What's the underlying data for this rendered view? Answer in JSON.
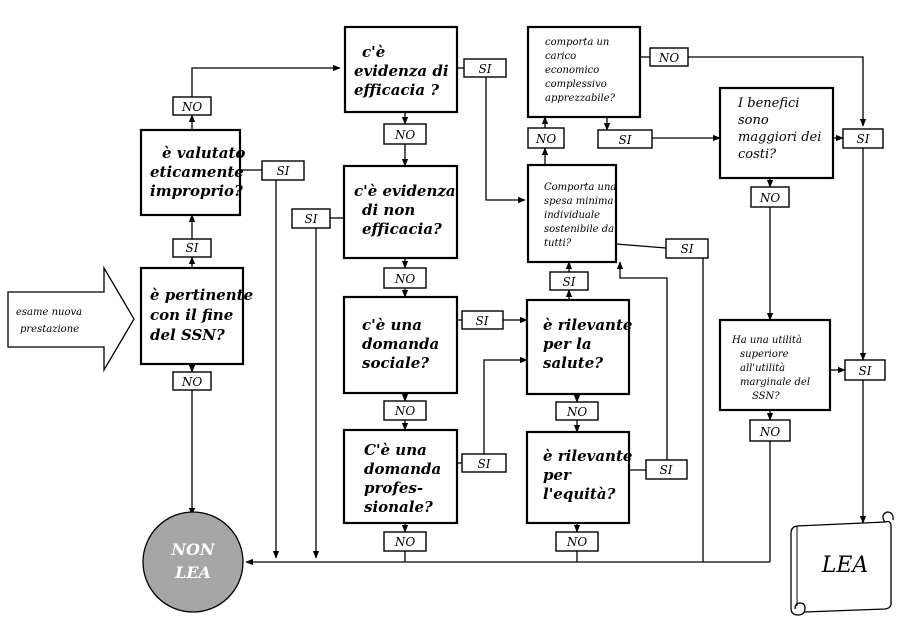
{
  "start": {
    "lines": [
      "esame nuova",
      "prestazione"
    ]
  },
  "questions": {
    "q_pertinente": [
      "è pertinente",
      "con il fine",
      "del SSN?"
    ],
    "q_eticamente": [
      "è valutato",
      "eticamente",
      "improprio?"
    ],
    "q_efficacia": [
      "c'è",
      "evidenza di",
      "efficacia ?"
    ],
    "q_non_efficacia": [
      "c'è evidenza",
      "di non",
      "efficacia?"
    ],
    "q_domanda_sociale": [
      "c'è una",
      "domanda",
      "sociale?"
    ],
    "q_domanda_prof": [
      "C'è una",
      "domanda",
      "profes-",
      "sionale?"
    ],
    "q_carico": [
      "comporta un",
      "carico",
      "economico",
      "complessivo",
      "apprezzabile?"
    ],
    "q_spesa": [
      "Comporta una",
      "spesa minima",
      "individuale",
      "sostenibile da",
      "tutti?"
    ],
    "q_salute": [
      "è rilevante",
      "per la",
      "salute?"
    ],
    "q_equita": [
      "è rilevante",
      "per",
      "l'equità?"
    ],
    "q_benefici": [
      "I benefici",
      "sono",
      "maggiori dei",
      "costi?"
    ],
    "q_utilita": [
      "Ha una utilità",
      "superiore",
      "all'utilità",
      "marginale del",
      "SSN?"
    ]
  },
  "answers": {
    "si": "SI",
    "no": "NO"
  },
  "outcomes": {
    "non_lea": [
      "NON",
      "LEA"
    ],
    "lea": "LEA"
  },
  "colors": {
    "non_lea_fill": "#a6a6a6",
    "line": "#000000"
  }
}
